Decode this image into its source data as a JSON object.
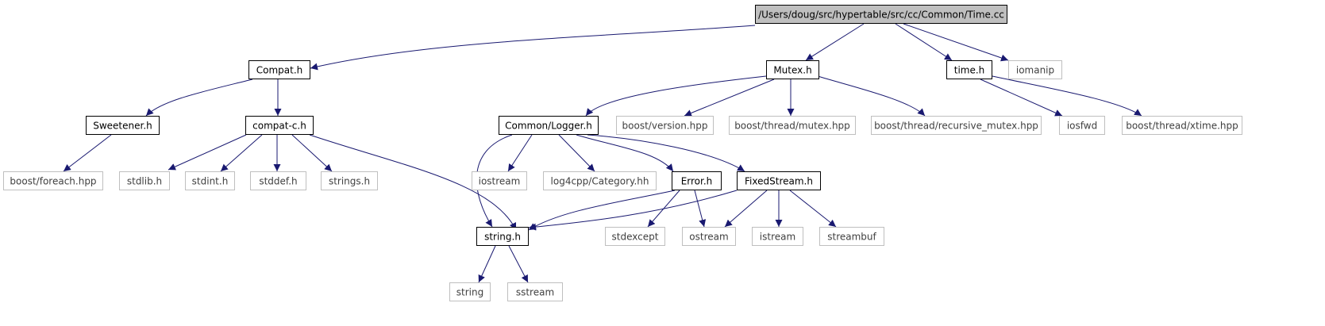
{
  "diagram": {
    "title": "",
    "colors": {
      "edge": "#191970",
      "internal_border": "#000000",
      "external_border": "#bfbfbf",
      "root_fill": "#bfbfbf",
      "background": "#ffffff"
    },
    "nodes": [
      {
        "id": "time_cc",
        "label": "/Users/doug/src/hypertable/src/cc/Common/Time.cc",
        "kind": "root"
      },
      {
        "id": "compat_h",
        "label": "Compat.h",
        "kind": "internal"
      },
      {
        "id": "mutex_h",
        "label": "Mutex.h",
        "kind": "internal"
      },
      {
        "id": "time_h",
        "label": "time.h",
        "kind": "internal"
      },
      {
        "id": "iomanip",
        "label": "iomanip",
        "kind": "external"
      },
      {
        "id": "sweetener_h",
        "label": "Sweetener.h",
        "kind": "internal"
      },
      {
        "id": "compatc_h",
        "label": "compat-c.h",
        "kind": "internal"
      },
      {
        "id": "logger_h",
        "label": "Common/Logger.h",
        "kind": "internal"
      },
      {
        "id": "bversion",
        "label": "boost/version.hpp",
        "kind": "external"
      },
      {
        "id": "bmutex",
        "label": "boost/thread/mutex.hpp",
        "kind": "external"
      },
      {
        "id": "brmutex",
        "label": "boost/thread/recursive_mutex.hpp",
        "kind": "external"
      },
      {
        "id": "iosfwd",
        "label": "iosfwd",
        "kind": "external"
      },
      {
        "id": "bxtime",
        "label": "boost/thread/xtime.hpp",
        "kind": "external"
      },
      {
        "id": "bforeach",
        "label": "boost/foreach.hpp",
        "kind": "external"
      },
      {
        "id": "stdlib_h",
        "label": "stdlib.h",
        "kind": "external"
      },
      {
        "id": "stdint_h",
        "label": "stdint.h",
        "kind": "external"
      },
      {
        "id": "stddef_h",
        "label": "stddef.h",
        "kind": "external"
      },
      {
        "id": "strings_h",
        "label": "strings.h",
        "kind": "external"
      },
      {
        "id": "iostream",
        "label": "iostream",
        "kind": "external"
      },
      {
        "id": "log4cpp",
        "label": "log4cpp/Category.hh",
        "kind": "external"
      },
      {
        "id": "error_h",
        "label": "Error.h",
        "kind": "internal"
      },
      {
        "id": "fixed_h",
        "label": "FixedStream.h",
        "kind": "internal"
      },
      {
        "id": "string_h",
        "label": "string.h",
        "kind": "internal"
      },
      {
        "id": "stdexcept",
        "label": "stdexcept",
        "kind": "external"
      },
      {
        "id": "ostream",
        "label": "ostream",
        "kind": "external"
      },
      {
        "id": "istream",
        "label": "istream",
        "kind": "external"
      },
      {
        "id": "streambuf",
        "label": "streambuf",
        "kind": "external"
      },
      {
        "id": "string",
        "label": "string",
        "kind": "external"
      },
      {
        "id": "sstream",
        "label": "sstream",
        "kind": "external"
      }
    ],
    "edges": [
      [
        "time_cc",
        "compat_h"
      ],
      [
        "time_cc",
        "mutex_h"
      ],
      [
        "time_cc",
        "time_h"
      ],
      [
        "time_cc",
        "iomanip"
      ],
      [
        "compat_h",
        "sweetener_h"
      ],
      [
        "compat_h",
        "compatc_h"
      ],
      [
        "sweetener_h",
        "bforeach"
      ],
      [
        "compatc_h",
        "stdlib_h"
      ],
      [
        "compatc_h",
        "stdint_h"
      ],
      [
        "compatc_h",
        "stddef_h"
      ],
      [
        "compatc_h",
        "strings_h"
      ],
      [
        "compatc_h",
        "string_h"
      ],
      [
        "mutex_h",
        "logger_h"
      ],
      [
        "mutex_h",
        "bversion"
      ],
      [
        "mutex_h",
        "bmutex"
      ],
      [
        "mutex_h",
        "brmutex"
      ],
      [
        "time_h",
        "iosfwd"
      ],
      [
        "time_h",
        "bxtime"
      ],
      [
        "logger_h",
        "string_h"
      ],
      [
        "logger_h",
        "iostream"
      ],
      [
        "logger_h",
        "log4cpp"
      ],
      [
        "logger_h",
        "error_h"
      ],
      [
        "logger_h",
        "fixed_h"
      ],
      [
        "error_h",
        "string_h"
      ],
      [
        "error_h",
        "stdexcept"
      ],
      [
        "error_h",
        "ostream"
      ],
      [
        "fixed_h",
        "string_h"
      ],
      [
        "fixed_h",
        "ostream"
      ],
      [
        "fixed_h",
        "istream"
      ],
      [
        "fixed_h",
        "streambuf"
      ],
      [
        "string_h",
        "string"
      ],
      [
        "string_h",
        "sstream"
      ]
    ]
  }
}
